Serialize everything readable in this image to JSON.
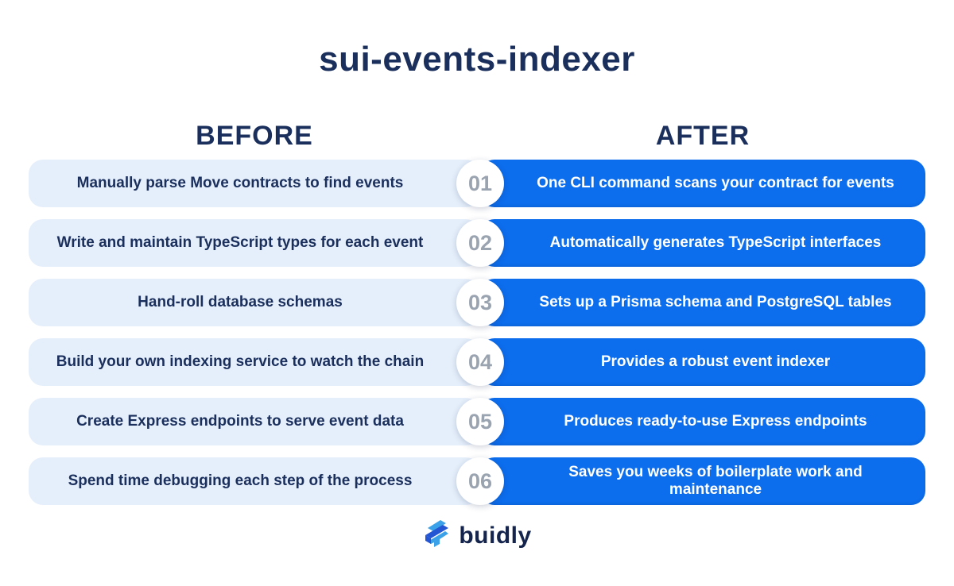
{
  "title": "sui-events-indexer",
  "columns": {
    "before": "BEFORE",
    "after": "AFTER"
  },
  "rows": [
    {
      "number": "01",
      "before": "Manually parse Move contracts to find events",
      "after": "One CLI command scans your contract for events"
    },
    {
      "number": "02",
      "before": "Write and maintain TypeScript types for each event",
      "after": "Automatically generates TypeScript interfaces"
    },
    {
      "number": "03",
      "before": "Hand-roll database schemas",
      "after": "Sets up a Prisma schema and PostgreSQL tables"
    },
    {
      "number": "04",
      "before": "Build your own indexing service to watch the chain",
      "after": "Provides a robust event indexer"
    },
    {
      "number": "05",
      "before": "Create Express endpoints to serve event data",
      "after": "Produces ready-to-use Express endpoints"
    },
    {
      "number": "06",
      "before": "Spend time debugging each step of the process",
      "after": "Saves you weeks of boilerplate work and maintenance"
    }
  ],
  "footer": {
    "brand": "buidly"
  },
  "colors": {
    "heading_navy": "#1b2f5d",
    "before_pill_bg": "#e5effb",
    "after_pill_bg": "#0c6ded",
    "after_pill_text": "#ffffff",
    "number_gray": "#9aa3b0",
    "brand_navy": "#14244d",
    "logo_dark_blue": "#2456d4",
    "logo_light_blue": "#3ba1e8"
  }
}
